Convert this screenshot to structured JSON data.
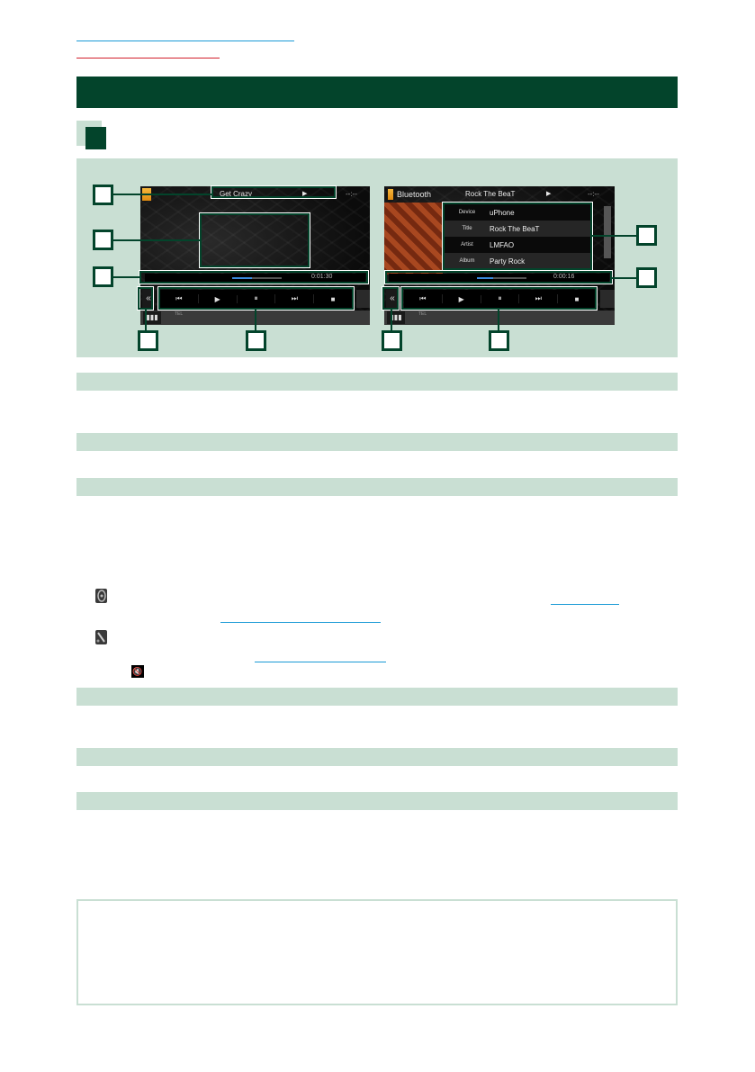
{
  "page": {
    "link_lines": [
      {
        "color": "#1a9ad6"
      },
      {
        "color": "#d21f2b"
      }
    ],
    "colors": {
      "primary_dark_green": "#03442b",
      "light_green": "#c9dfd3",
      "link_blue": "#1a9ad6",
      "link_red": "#d21f2b"
    }
  },
  "left_screen": {
    "source_label": "",
    "track_title": "Get Crazy",
    "play_indicator": "▶",
    "clock": "--:--",
    "elapsed_time": "0:01:30",
    "controls": [
      "⏮",
      "▶",
      "⏸",
      "⏭",
      "■"
    ],
    "collapse_icon": "«",
    "bottom_label": "TEL"
  },
  "right_screen": {
    "source_label": "Bluetooth",
    "track_title": "Rock The BeaT",
    "play_indicator": "▶",
    "clock": "--:--",
    "info": [
      {
        "key": "Device",
        "value": "uPhone"
      },
      {
        "key": "Title",
        "value": "Rock The BeaT"
      },
      {
        "key": "Artist",
        "value": "LMFAO"
      },
      {
        "key": "Album",
        "value": "Party Rock"
      }
    ],
    "elapsed_time": "0:00:16",
    "controls": [
      "⏮",
      "▶",
      "⏸",
      "⏭",
      "■"
    ],
    "collapse_icon": "«",
    "bottom_label": "TEL"
  },
  "icons": {
    "ear_icon": "ear-icon",
    "wrench_icon": "wrench-icon",
    "mute_icon": "🔇"
  }
}
